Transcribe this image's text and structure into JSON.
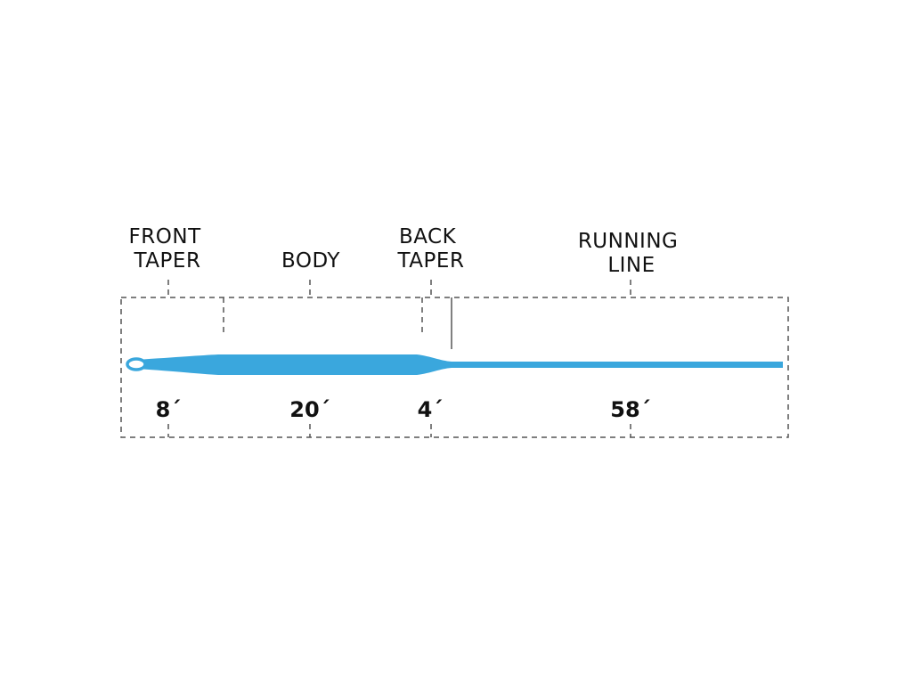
{
  "colors": {
    "line": "#3aa7dd",
    "dash": "#555555",
    "text": "#111111",
    "background": "#ffffff"
  },
  "sections": [
    {
      "id": "front-taper",
      "label_lines": [
        "FRONT",
        "TAPER"
      ],
      "length": "8´"
    },
    {
      "id": "body",
      "label_lines": [
        "BODY"
      ],
      "length": "20´"
    },
    {
      "id": "back-taper",
      "label_lines": [
        "BACK",
        "TAPER"
      ],
      "length": "4´"
    },
    {
      "id": "running-line",
      "label_lines": [
        "RUNNING",
        "LINE"
      ],
      "length": "58´"
    }
  ]
}
